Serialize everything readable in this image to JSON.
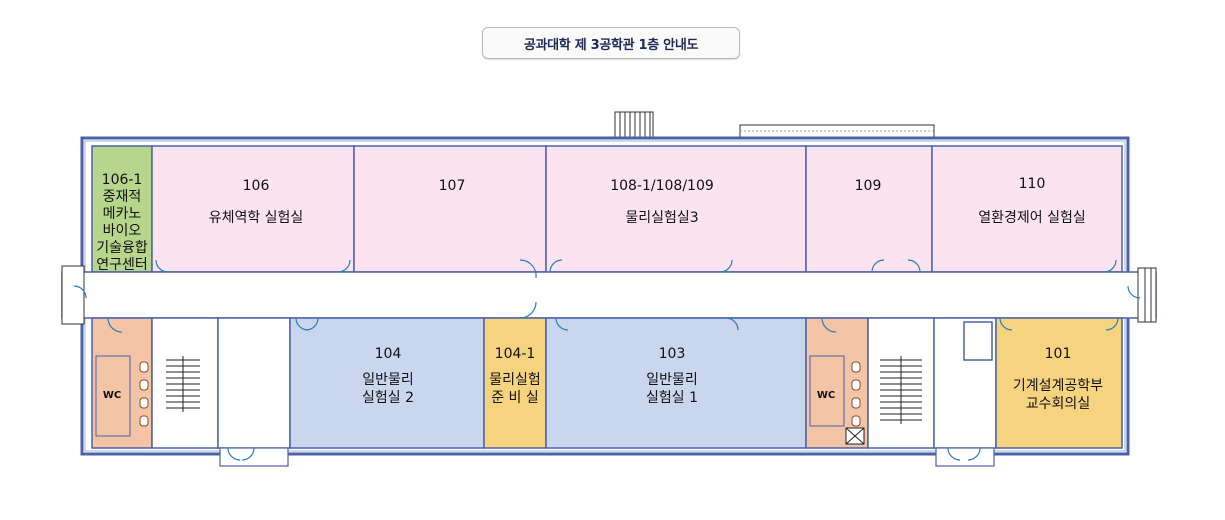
{
  "title": "공과대학 제 3공학관 1층 안내도",
  "colors": {
    "pink": "#fbe3ef",
    "blue": "#c9d6ee",
    "orange": "#f6d37e",
    "green": "#b7d68b",
    "salmon": "#f4c4a6",
    "wall": "#4b62a8",
    "door": "#2a7fb0"
  },
  "rooms": {
    "r106_1": {
      "lines": [
        "106-1",
        "중재적",
        "메카노",
        "바이오",
        "기술융합",
        "연구센터"
      ]
    },
    "r106": {
      "number": "106",
      "name": "유체역학 실험실"
    },
    "r107": {
      "number": "107",
      "name": ""
    },
    "r108": {
      "number": "108-1/108/109",
      "name": "물리실험실3"
    },
    "r109": {
      "number": "109",
      "name": ""
    },
    "r110": {
      "number": "110",
      "name": "열환경제어 실험실"
    },
    "r104": {
      "number": "104",
      "name_line1": "일반물리",
      "name_line2": "실험실 2"
    },
    "r104_1": {
      "number": "104-1",
      "name_line1": "물리실험",
      "name_line2": "준 비 실"
    },
    "r103": {
      "number": "103",
      "name_line1": "일반물리",
      "name_line2": "실험실 1"
    },
    "r101": {
      "number": "101",
      "name_line1": "기계설계공학부",
      "name_line2": "교수회의실"
    },
    "wc_left": {
      "label": "WC"
    },
    "wc_right": {
      "label": "WC"
    }
  },
  "icons": [
    "stairs-icon",
    "door-swing-icon",
    "toilet-icon",
    "elevator-icon"
  ]
}
